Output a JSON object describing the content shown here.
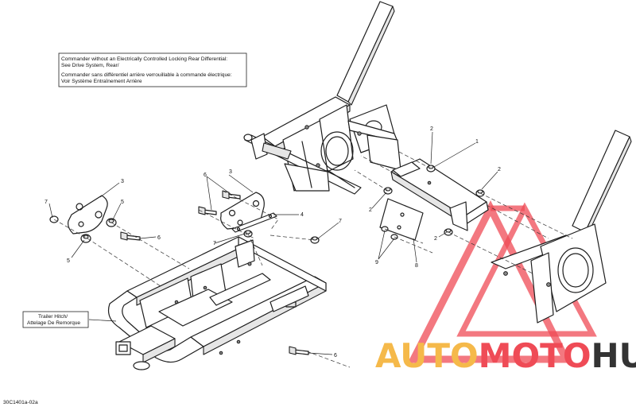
{
  "notes": {
    "drive_system": {
      "line1": "Commander without an Electrically Controlled Locking Rear Differential:",
      "line2": "See Drive System, Rear/",
      "line3": "Commander sans différentiel arrière verrouillable à commande électrique:",
      "line4": "Voir Système Entraînement Arrière"
    },
    "trailer_hitch": {
      "line1": "Trailer Hitch/",
      "line2": "Attelage De Remorque"
    }
  },
  "callouts": {
    "c1": "1",
    "c2a": "2",
    "c2b": "2",
    "c2c": "2",
    "c2d": "2",
    "c3a": "3",
    "c3b": "3",
    "c4": "4",
    "c5a": "5",
    "c5b": "5",
    "c6a": "6",
    "c6b": "6",
    "c6c": "6",
    "c7a": "7",
    "c7b": "7",
    "c7c": "7",
    "c8": "8",
    "c9": "9"
  },
  "doc_code": "30C1401a-02a",
  "watermark": {
    "part1": "AUTO",
    "part2": "MOTO",
    "part3": "HUB",
    "colors": {
      "auto": "#f5b94a",
      "moto": "#ef4b56",
      "hub": "#333333",
      "triangle": "#ef4b56"
    }
  }
}
